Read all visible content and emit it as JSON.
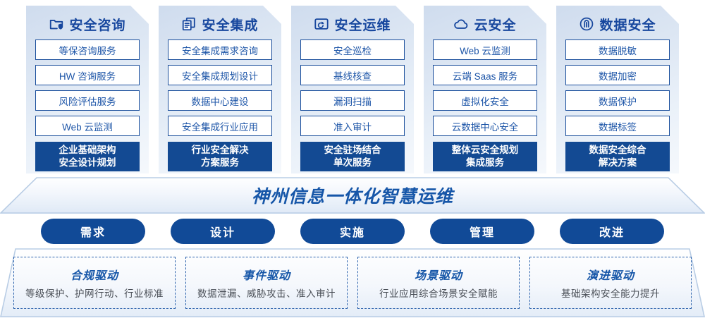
{
  "pillars": [
    {
      "icon": "folder-shield-icon",
      "title": "安全咨询",
      "items": [
        "等保咨询服务",
        "HW 咨询服务",
        "风险评估服务",
        "Web 云监测"
      ],
      "highlight": [
        "企业基础架构",
        "安全设计规划"
      ]
    },
    {
      "icon": "documents-stack-icon",
      "title": "安全集成",
      "items": [
        "安全集成需求咨询",
        "安全集成规划设计",
        "数据中心建设",
        "安全集成行业应用"
      ],
      "highlight": [
        "行业安全解决",
        "方案服务"
      ]
    },
    {
      "icon": "monitor-pie-icon",
      "title": "安全运维",
      "items": [
        "安全巡检",
        "基线核查",
        "漏洞扫描",
        "准入审计"
      ],
      "highlight": [
        "安全驻场结合",
        "单次服务"
      ]
    },
    {
      "icon": "cloud-icon",
      "title": "云安全",
      "items": [
        "Web 云监测",
        "云端 Saas 服务",
        "虚拟化安全",
        "云数据中心安全"
      ],
      "highlight": [
        "整体云安全规划",
        "集成服务"
      ]
    },
    {
      "icon": "fingerprint-icon",
      "title": "数据安全",
      "items": [
        "数据脱敏",
        "数据加密",
        "数据保护",
        "数据标签"
      ],
      "highlight": [
        "数据安全综合",
        "解决方案"
      ]
    }
  ],
  "banner": {
    "title": "神州信息一体化智慧运维"
  },
  "stages": [
    {
      "label": "需求"
    },
    {
      "label": "设计"
    },
    {
      "label": "实施"
    },
    {
      "label": "管理"
    },
    {
      "label": "改进"
    }
  ],
  "drivers": [
    {
      "title": "合规驱动",
      "subtitle": "等级保护、护网行动、行业标准"
    },
    {
      "title": "事件驱动",
      "subtitle": "数据泄漏、威胁攻击、准入审计"
    },
    {
      "title": "场景驱动",
      "subtitle": "行业应用综合场景安全赋能"
    },
    {
      "title": "演进驱动",
      "subtitle": "基础架构安全能力提升"
    }
  ],
  "colors": {
    "brand_blue": "#134a93",
    "title_blue": "#17479e",
    "item_text": "#1e56a8",
    "panel_light": "#dce6f3",
    "dashed_border": "#2d63ad"
  }
}
